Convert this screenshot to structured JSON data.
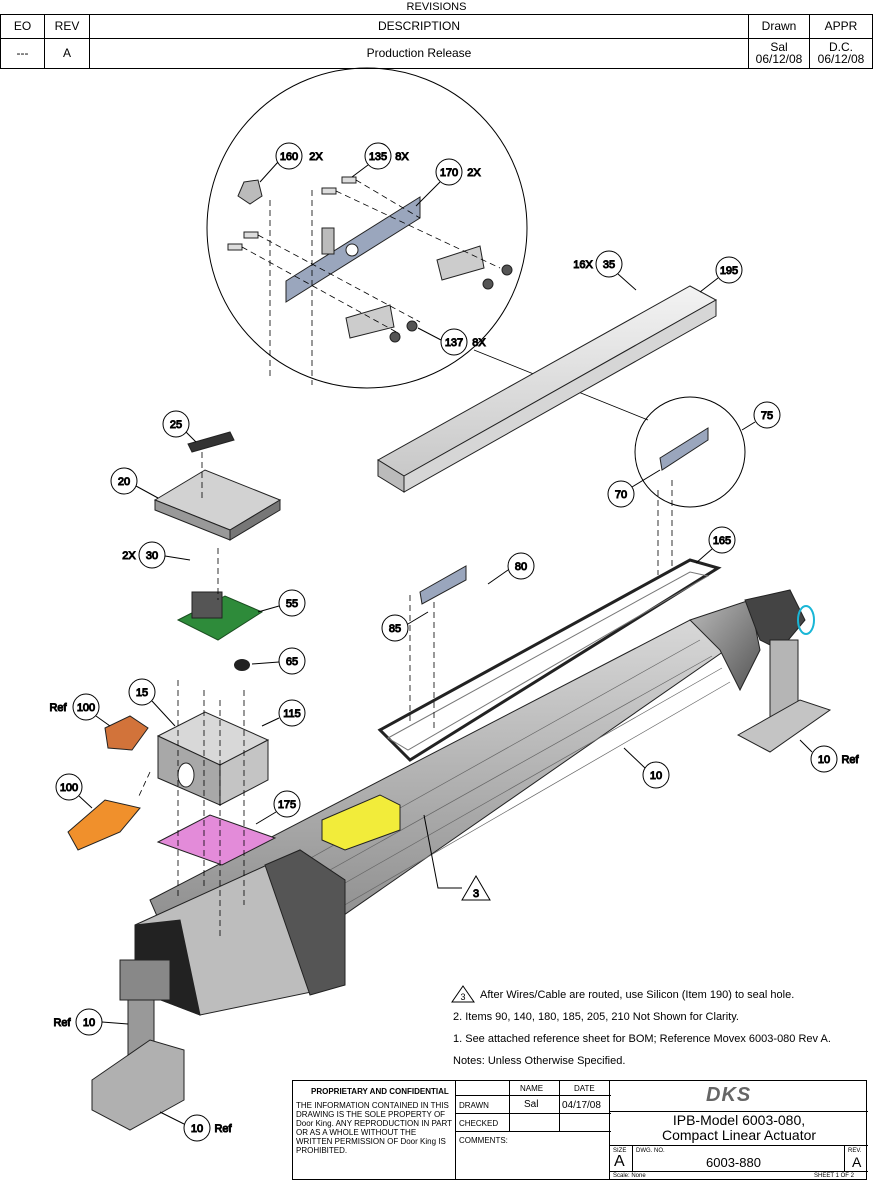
{
  "revisions": {
    "title": "REVISIONS",
    "headers": [
      "EO",
      "REV",
      "DESCRIPTION",
      "Drawn",
      "APPR"
    ],
    "row": {
      "eo": "---",
      "rev": "A",
      "description": "Production Release",
      "drawn_name": "Sal",
      "drawn_date": "06/12/08",
      "appr_name": "D.C.",
      "appr_date": "06/12/08"
    }
  },
  "callouts": [
    {
      "num": "160",
      "qty": "2X"
    },
    {
      "num": "135",
      "qty": "8X"
    },
    {
      "num": "170",
      "qty": "2X"
    },
    {
      "num": "137",
      "qty": "8X"
    },
    {
      "num": "35",
      "qty": "16X"
    },
    {
      "num": "195",
      "qty": ""
    },
    {
      "num": "75",
      "qty": ""
    },
    {
      "num": "70",
      "qty": ""
    },
    {
      "num": "25",
      "qty": ""
    },
    {
      "num": "20",
      "qty": ""
    },
    {
      "num": "30",
      "qty": "2X"
    },
    {
      "num": "55",
      "qty": ""
    },
    {
      "num": "65",
      "qty": ""
    },
    {
      "num": "165",
      "qty": ""
    },
    {
      "num": "80",
      "qty": ""
    },
    {
      "num": "85",
      "qty": ""
    },
    {
      "num": "100",
      "qty": "Ref"
    },
    {
      "num": "15",
      "qty": ""
    },
    {
      "num": "115",
      "qty": ""
    },
    {
      "num": "100",
      "qty": ""
    },
    {
      "num": "175",
      "qty": ""
    },
    {
      "num": "10",
      "qty": ""
    },
    {
      "num": "10",
      "qty": "Ref"
    },
    {
      "num": "3",
      "qty": ""
    },
    {
      "num": "10",
      "qty": "Ref"
    },
    {
      "num": "10",
      "qty": "Ref"
    }
  ],
  "notes": {
    "n3": "After Wires/Cable are routed, use Silicon (Item 190) to seal hole.",
    "n3_flag": "3",
    "n2": "2. Items 90, 140, 180, 185, 205, 210 Not Shown for Clarity.",
    "n1": "1. See attached reference sheet for BOM; Reference Movex 6003-080 Rev A.",
    "header": "Notes: Unless Otherwise Specified."
  },
  "title_block": {
    "proprietary_title": "PROPRIETARY AND CONFIDENTIAL",
    "proprietary_text": "THE INFORMATION CONTAINED IN THIS DRAWING IS THE SOLE PROPERTY OF Door King. ANY REPRODUCTION IN PART OR AS A WHOLE WITHOUT THE WRITTEN PERMISSION OF Door King IS PROHIBITED.",
    "name_header": "NAME",
    "date_header": "DATE",
    "drawn_label": "DRAWN",
    "drawn_name": "Sal",
    "drawn_date": "04/17/08",
    "checked_label": "CHECKED",
    "comments_label": "COMMENTS:",
    "logo": "DKS",
    "title_line1": "IPB-Model 6003-080,",
    "title_line2": "Compact Linear Actuator",
    "size_label": "SIZE",
    "size": "A",
    "dwg_label": "DWG. NO.",
    "dwg_no": "6003-880",
    "rev_label": "REV.",
    "rev": "A",
    "scale": "Scale: None",
    "sheet": "SHEET 1 OF 2"
  }
}
